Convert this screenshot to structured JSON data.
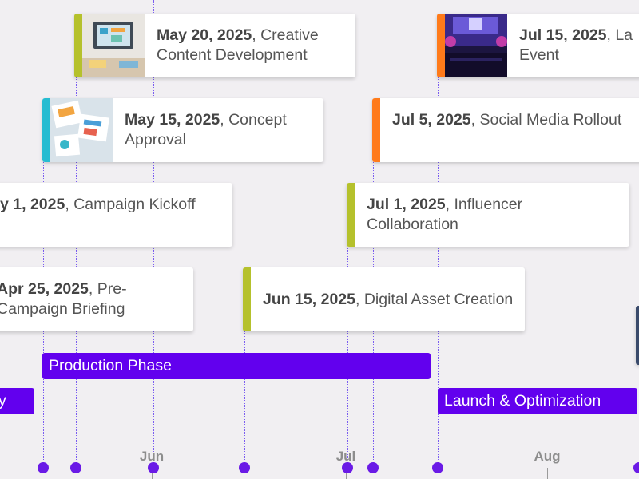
{
  "colors": {
    "accent": "#6200ee",
    "olive": "#b5c12c",
    "teal": "#26bcd1",
    "orange": "#ff7a1a",
    "background": "#f1eff2"
  },
  "events": [
    {
      "date": "May 20, 2025",
      "title": ", Creative Content Development",
      "bar_color": "olive",
      "thumbnail": "desk-monitor-thumbnail"
    },
    {
      "date": "May 15, 2025",
      "title": ", Concept Approval",
      "bar_color": "teal",
      "thumbnail": "documents-charts-thumbnail"
    },
    {
      "date": "y 1, 2025",
      "title": ", Campaign Kickoff",
      "bar_color": "none"
    },
    {
      "date": "Apr 25, 2025",
      "title": ", Pre-Campaign Briefing",
      "bar_color": "none"
    },
    {
      "date": "Jul 15, 2025",
      "title": ", La Event",
      "bar_color": "orange",
      "thumbnail": "concert-stage-thumbnail"
    },
    {
      "date": "Jul 5, 2025",
      "title": ", Social Media Rollout",
      "bar_color": "orange"
    },
    {
      "date": "Jul 1, 2025",
      "title": ", Influencer Collaboration",
      "bar_color": "olive"
    },
    {
      "date": "Jun 15, 2025",
      "title": ", Digital Asset Creation",
      "bar_color": "olive"
    }
  ],
  "phases": [
    {
      "label": "y"
    },
    {
      "label": "Production Phase"
    },
    {
      "label": "Launch & Optimization"
    }
  ],
  "axis": {
    "ticks": [
      "Jun",
      "Jul",
      "Aug"
    ]
  }
}
